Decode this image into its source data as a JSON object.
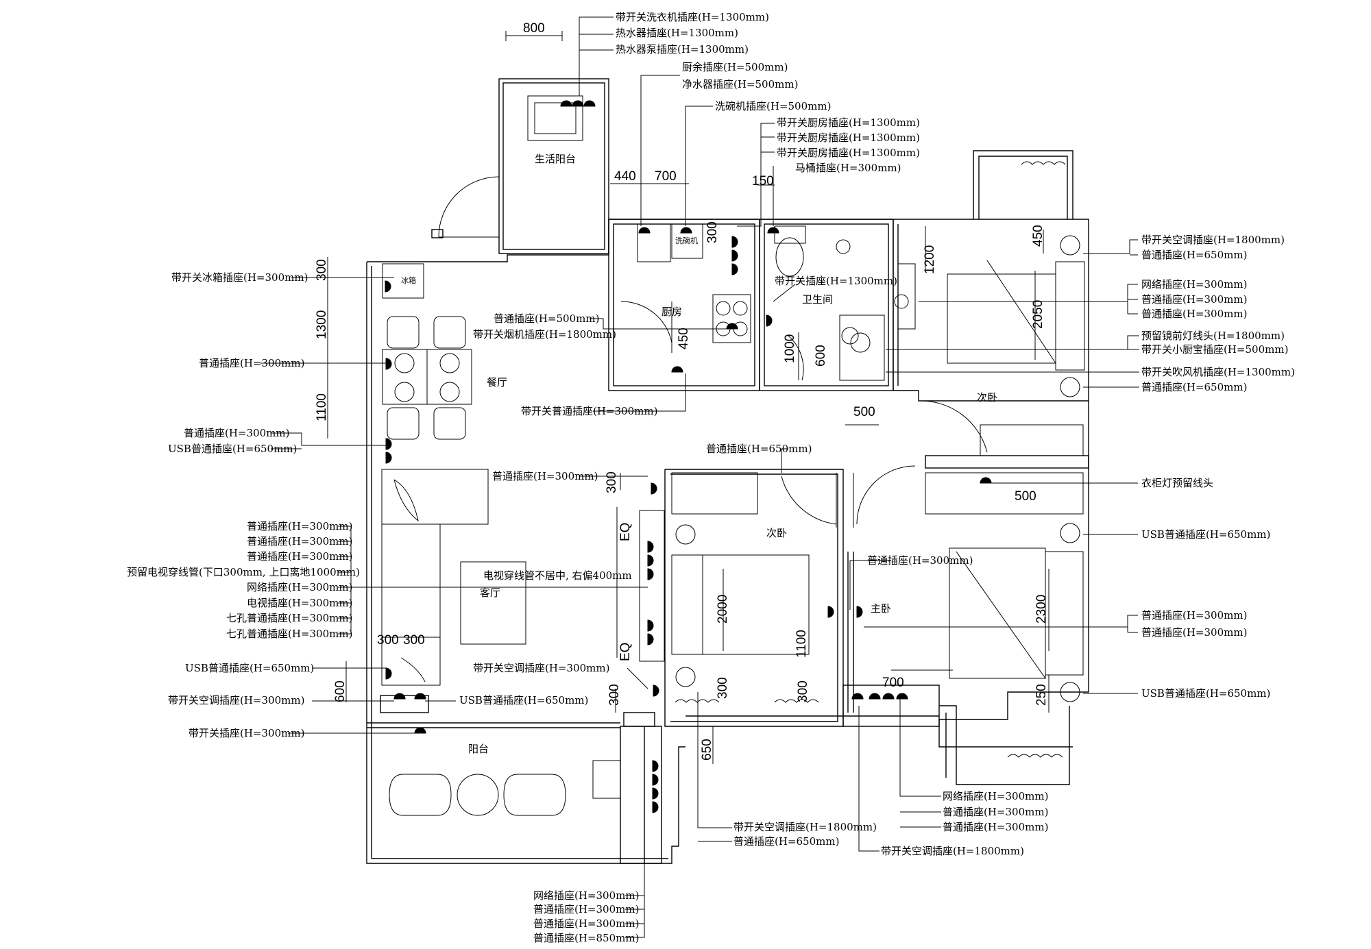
{
  "rooms": {
    "laundry": "生活阳台",
    "kitchen": "厨房",
    "bath": "卫生间",
    "dining": "餐厅",
    "living": "客厅",
    "balcony": "阳台",
    "bed2_east": "次卧",
    "bed2_mid": "次卧",
    "master": "主卧",
    "fridge": "冰箱",
    "washer": "洗碗机"
  },
  "dims": {
    "d800": "800",
    "d440": "440",
    "d700a": "700",
    "d150": "150",
    "d300k": "300",
    "d450k": "450",
    "d1000": "1000",
    "d600b": "600",
    "d300a": "300",
    "d1300": "1300",
    "d1100": "1100",
    "d500": "500",
    "d450e": "450",
    "d1200": "1200",
    "d2050": "2050",
    "d300c": "300",
    "eq1": "EQ",
    "eq2": "EQ",
    "d2000": "2000",
    "d1100b": "1100",
    "d300m": "300",
    "d700m": "700",
    "d2300": "2300",
    "d250": "250",
    "d300d": "300",
    "d300e": "300",
    "d300f": "300",
    "d600l": "600",
    "d650": "650",
    "d500w": "500",
    "d300g": "300"
  },
  "labels": {
    "top1": "带开关洗衣机插座(H=1300mm)",
    "top2": "热水器插座(H=1300mm)",
    "top3": "热水器泵插座(H=1300mm)",
    "k1": "厨余插座(H=500mm)",
    "k2": "净水器插座(H=500mm)",
    "k3": "洗碗机插座(H=500mm)",
    "k4": "带开关厨房插座(H=1300mm)",
    "k5": "带开关厨房插座(H=1300mm)",
    "k6": "带开关厨房插座(H=1300mm)",
    "k7": "马桶插座(H=300mm)",
    "b1": "带开关插座(H=1300mm)",
    "kl1": "普通插座(H=500mm)",
    "kl2": "带开关烟机插座(H=1800mm)",
    "kl3": "带开关普通插座(H=300mm)",
    "l1": "带开关冰箱插座(H=300mm)",
    "l2": "普通插座(H=300mm)",
    "l3": "普通插座(H=300mm)",
    "l4": "USB普通插座(H=650mm)",
    "l5": "普通插座(H=300mm)",
    "tv1": "普通插座(H=300mm)",
    "tv2": "普通插座(H=300mm)",
    "tv3": "普通插座(H=300mm)",
    "tv4": "预留电视穿线管(下口300mm, 上口离地1000mm)",
    "tv5": "网络插座(H=300mm)",
    "tv6": "电视插座(H=300mm)",
    "tv7": "七孔普通插座(H=300mm)",
    "tv8": "七孔普通插座(H=300mm)",
    "tvnote": "电视穿线管不居中, 右偏400mm",
    "l6": "USB普通插座(H=650mm)",
    "l7": "带开关空调插座(H=300mm)",
    "l8": "USB普通插座(H=650mm)",
    "l9": "带开关插座(H=300mm)",
    "m1": "普通插座(H=650mm)",
    "m2": "普通插座(H=300mm)",
    "m3": "带开关空调插座(H=300mm)",
    "r1": "带开关空调插座(H=1800mm)",
    "r2": "普通插座(H=650mm)",
    "r3": "网络插座(H=300mm)",
    "r4": "普通插座(H=300mm)",
    "r5": "普通插座(H=300mm)",
    "r6": "预留镜前灯线头(H=1800mm)",
    "r7": "带开关小厨宝插座(H=500mm)",
    "r8": "带开关吹风机插座(H=1300mm)",
    "r9": "普通插座(H=650mm)",
    "r10": "衣柜灯预留线头",
    "r11": "USB普通插座(H=650mm)",
    "r12": "普通插座(H=300mm)",
    "r13": "普通插座(H=300mm)",
    "r14": "USB普通插座(H=650mm)",
    "bm1": "带开关空调插座(H=1800mm)",
    "bm2": "普通插座(H=650mm)",
    "bm3": "网络插座(H=300mm)",
    "bm4": "普通插座(H=300mm)",
    "bm5": "普通插座(H=300mm)",
    "bm6": "带开关空调插座(H=1800mm)",
    "bb1": "网络插座(H=300mm)",
    "bb2": "普通插座(H=300mm)",
    "bb3": "普通插座(H=300mm)",
    "bb4": "普通插座(H=850mm)"
  }
}
